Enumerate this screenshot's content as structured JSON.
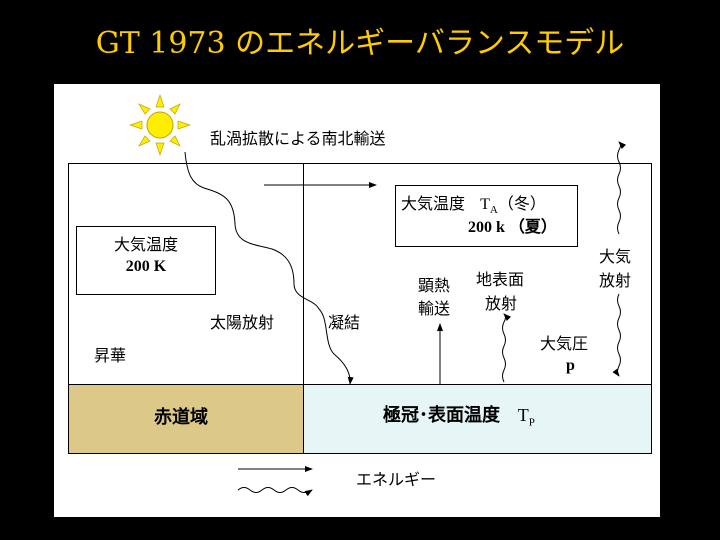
{
  "title": "GT 1973 のエネルギーバランスモデル",
  "labels": {
    "eddy_transport": "乱渦拡散による南北輸送",
    "left_box_line1": "大気温度",
    "left_box_line2": "200 K",
    "right_box_line1": "大気温度",
    "right_box_ta": "T",
    "right_box_ta_sub": "A",
    "right_box_winter": "（冬）",
    "right_box_line2": "200 k （夏）",
    "solar_radiation": "太陽放射",
    "sublimation": "昇華",
    "condensation": "凝結",
    "sensible_heat_1": "顕熱",
    "sensible_heat_2": "輸送",
    "surface_radiation_1": "地表面",
    "surface_radiation_2": "放射",
    "atmos_radiation_1": "大気",
    "atmos_radiation_2": "放射",
    "pressure_1": "大気圧",
    "pressure_2": "p",
    "equator": "赤道域",
    "polar": "極冠･表面温度",
    "tp": "T",
    "tp_sub": "P",
    "legend_energy": "エネルギー"
  },
  "colors": {
    "title": "#ffcc00",
    "equator": "#dcc98a",
    "polar": "#e6f5f5",
    "sun": "#ffee00"
  }
}
